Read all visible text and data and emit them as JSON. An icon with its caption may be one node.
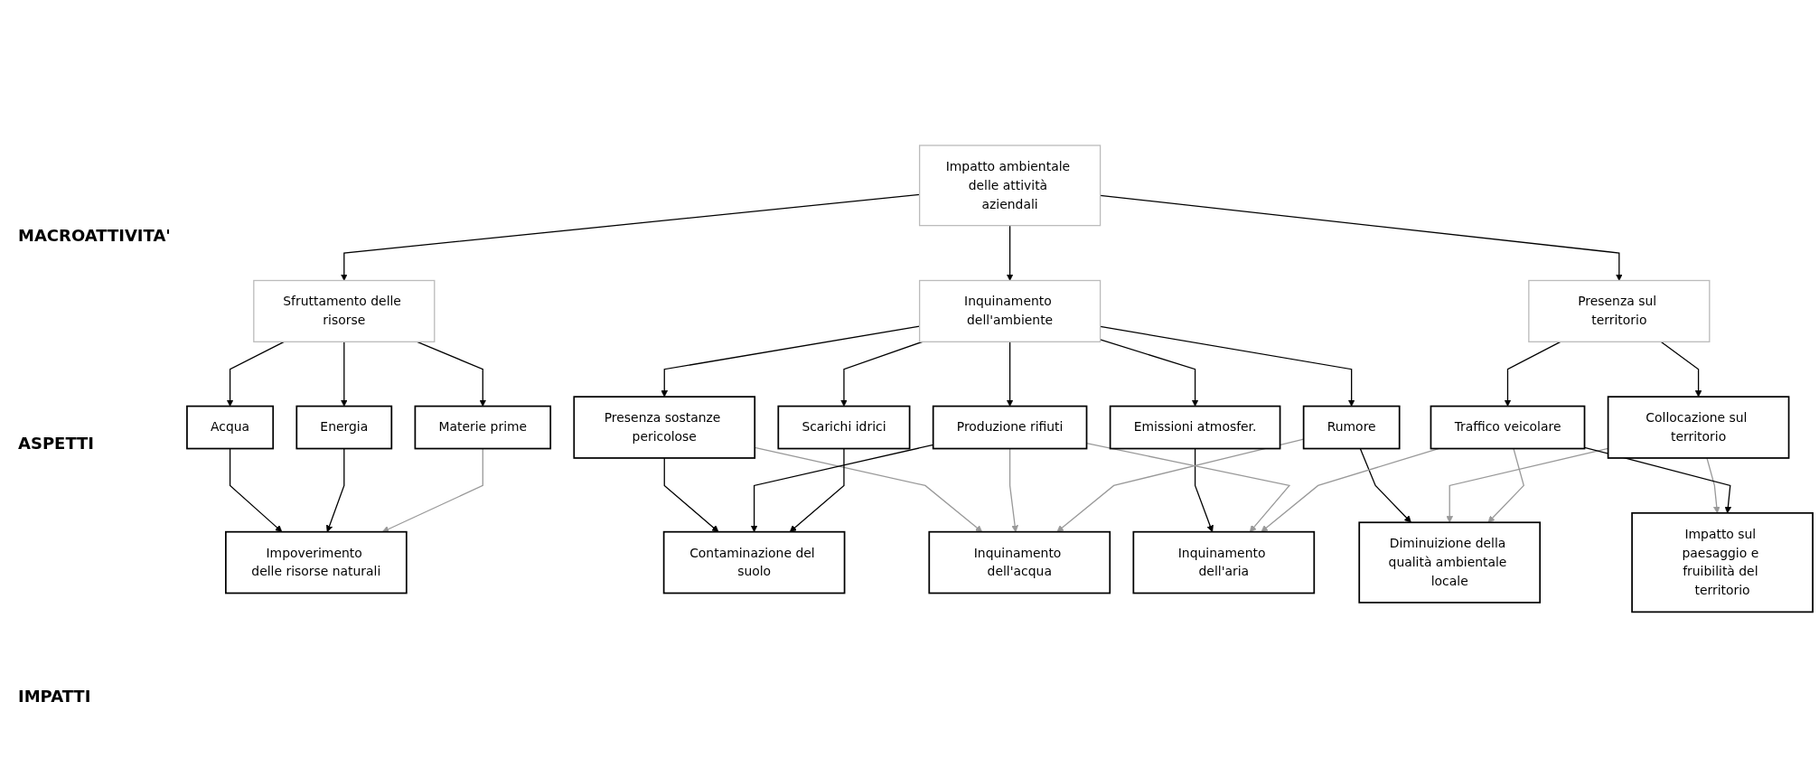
{
  "diagram": {
    "nodes": [
      {
        "text": [
          "Impatto ambientale delle attività aziendali"
        ]
      },
      {
        "text": [
          "Sfruttamento delle risorse"
        ]
      },
      {
        "text": [
          "Inquinamento dell'ambiente"
        ]
      },
      {
        "text": [
          "Presenza sul territorio"
        ]
      },
      {
        "text": [
          "Acqua"
        ]
      },
      {
        "text": [
          "Energia"
        ]
      },
      {
        "text": [
          "Materie prime"
        ]
      },
      {
        "text": [
          "Presenza sostanze pericolose"
        ]
      },
      {
        "text": [
          "Emissioni atmosfer."
        ]
      },
      {
        "text": [
          "Produzione rifiuti"
        ]
      },
      {
        "text": [
          "Rumore"
        ]
      },
      {
        "text": [
          "Scarichi idrici"
        ]
      },
      {
        "text": [
          "Collocazione sul territorio"
        ]
      },
      {
        "text": [
          "Traffico veicolare"
        ]
      },
      {
        "text": [
          "Impoverimento delle risorse naturali"
        ]
      },
      {
        "text": [
          "Inquinamento dell'aria"
        ]
      },
      {
        "text": [
          "Inquinamento dell'acqua"
        ]
      },
      {
        "text": [
          "Contaminazione del suolo"
        ]
      },
      {
        "text": [
          "Diminuizione della qualità ambientale locale"
        ]
      },
      {
        "text": [
          "Impatto sul paesaggio e fruibilità del territorio"
        ]
      }
    ],
    "edges": [
      {
        "from": 0,
        "to": 1,
        "arrow": "to"
      },
      {
        "from": 0,
        "to": 2,
        "arrow": "to"
      },
      {
        "from": 0,
        "to": 3,
        "arrow": "to"
      },
      {
        "from": 1,
        "to": 4,
        "arrow": "to"
      },
      {
        "from": 1,
        "to": 5,
        "arrow": "to"
      },
      {
        "from": 1,
        "to": 6,
        "arrow": "to"
      },
      {
        "from": 2,
        "to": 7,
        "arrow": "to"
      },
      {
        "from": 2,
        "to": 8,
        "arrow": "to"
      },
      {
        "from": 2,
        "to": 9,
        "arrow": "to"
      },
      {
        "from": 2,
        "to": 10,
        "arrow": "to"
      },
      {
        "from": 2,
        "to": 11,
        "arrow": "to"
      },
      {
        "from": 3,
        "to": 12,
        "arrow": "to"
      },
      {
        "from": 3,
        "to": 13,
        "arrow": "to"
      },
      {
        "from": 4,
        "to": 14,
        "arrow": "to"
      },
      {
        "from": 5,
        "to": 14,
        "arrow": "to"
      },
      {
        "from": 6,
        "to": 14,
        "arrow": "to",
        "color": "#999999"
      },
      {
        "from": 7,
        "to": 17,
        "arrow": "to"
      },
      {
        "from": 7,
        "to": 16,
        "arrow": "to",
        "color": "#999999"
      },
      {
        "from": 8,
        "to": 15,
        "arrow": "to"
      },
      {
        "from": 9,
        "to": 15,
        "arrow": "to",
        "color": "#999999"
      },
      {
        "from": 9,
        "to": 16,
        "arrow": "to",
        "color": "#999999"
      },
      {
        "from": 9,
        "to": 17,
        "arrow": "to"
      },
      {
        "from": 10,
        "to": 18,
        "arrow": "to"
      },
      {
        "from": 10,
        "to": 16,
        "arrow": "to",
        "color": "#999999"
      },
      {
        "from": 11,
        "to": 17,
        "arrow": "to"
      },
      {
        "from": 12,
        "to": 18,
        "arrow": "to",
        "color": "#999999"
      },
      {
        "from": 12,
        "to": 19,
        "arrow": "to",
        "color": "#999999"
      },
      {
        "from": 13,
        "to": 19,
        "arrow": "to"
      },
      {
        "from": 13,
        "to": 18,
        "arrow": "to",
        "color": "#999999"
      },
      {
        "from": 13,
        "to": 15,
        "arrow": "to",
        "color": "#999999"
      }
    ],
    "labels": [
      "MACROATTIVITA'",
      "ASPETTI",
      "IMPATTI"
    ]
  }
}
